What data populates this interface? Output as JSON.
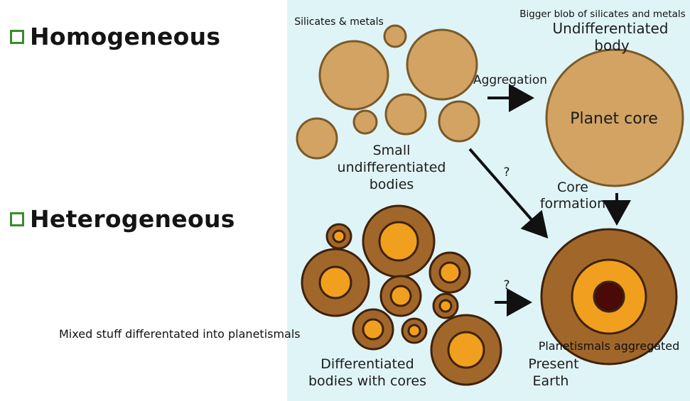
{
  "bullets": {
    "homogeneous": "Homogeneous",
    "heterogeneous": "Heterogeneous"
  },
  "annotations": {
    "silicates_metals": "Silicates & metals",
    "bigger_blob": "Bigger blob of silicates and metals",
    "planet_core": "Planet core",
    "planetesimals_aggregated": "Planetismals aggregated",
    "mixed_stuff": "Mixed stuff differentated into planetismals"
  },
  "diagram": {
    "undifferentiated_body": [
      "Undifferentiated",
      "body"
    ],
    "aggregation": "Aggregation",
    "small_bodies": [
      "Small",
      "undifferentiated",
      "bodies"
    ],
    "question_mark": "?",
    "core_formation": [
      "Core",
      "formation"
    ],
    "differentiated_bodies": [
      "Differentiated",
      "bodies with cores"
    ],
    "present_earth": [
      "Present",
      "Earth"
    ]
  },
  "colors": {
    "panel_bg": "#dff4f7",
    "tan_body": "#d2a362",
    "mantle_brown": "#a1672a",
    "core_orange": "#f0a01e",
    "inner_core": "#4a0a08",
    "bullet_green": "#3a8a2e"
  }
}
